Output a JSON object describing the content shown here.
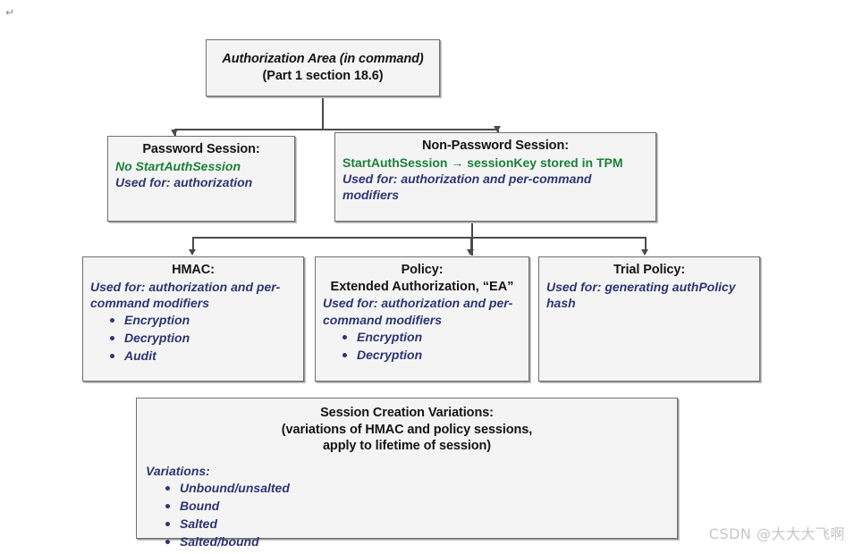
{
  "page": {
    "return_mark": "↵",
    "watermark": "CSDN @大大大飞啊"
  },
  "diagram": {
    "title_box": {
      "line1": "Authorization Area (in command)",
      "line2": "(Part 1 section 18.6)"
    },
    "password_session": {
      "title": "Password Session:",
      "green_line": "No StartAuthSession",
      "blue_line": "Used for:  authorization"
    },
    "non_password_session": {
      "title": "Non-Password Session:",
      "green_line": "StartAuthSession →  sessionKey stored in TPM",
      "blue_line": "Used for:  authorization and per-command modifiers"
    },
    "hmac": {
      "title": "HMAC:",
      "blue_line": "Used for:  authorization and per-command modifiers",
      "bullets": [
        "Encryption",
        "Decryption",
        "Audit"
      ]
    },
    "policy": {
      "title": "Policy:",
      "subtitle": "Extended Authorization, “EA”",
      "blue_line": "Used for:  authorization and per-command modifiers",
      "bullets": [
        "Encryption",
        "Decryption"
      ]
    },
    "trial_policy": {
      "title": "Trial Policy:",
      "blue_line": "Used for:  generating authPolicy hash"
    },
    "variations": {
      "title": "Session Creation Variations:",
      "subtitle_line1": "(variations of HMAC  and policy sessions,",
      "subtitle_line2": "apply to lifetime of session)",
      "label": "Variations:",
      "bullets": [
        "Unbound/unsalted",
        "Bound",
        "Salted",
        "Salted/bound"
      ]
    }
  },
  "colors": {
    "green": "#1a8038",
    "blue": "#2e3572",
    "black": "#141414",
    "box_fill": "#f4f4f4",
    "box_border": "#6f6f6f",
    "connector": "#4a4a4a",
    "watermark": "#c6c6c6"
  }
}
